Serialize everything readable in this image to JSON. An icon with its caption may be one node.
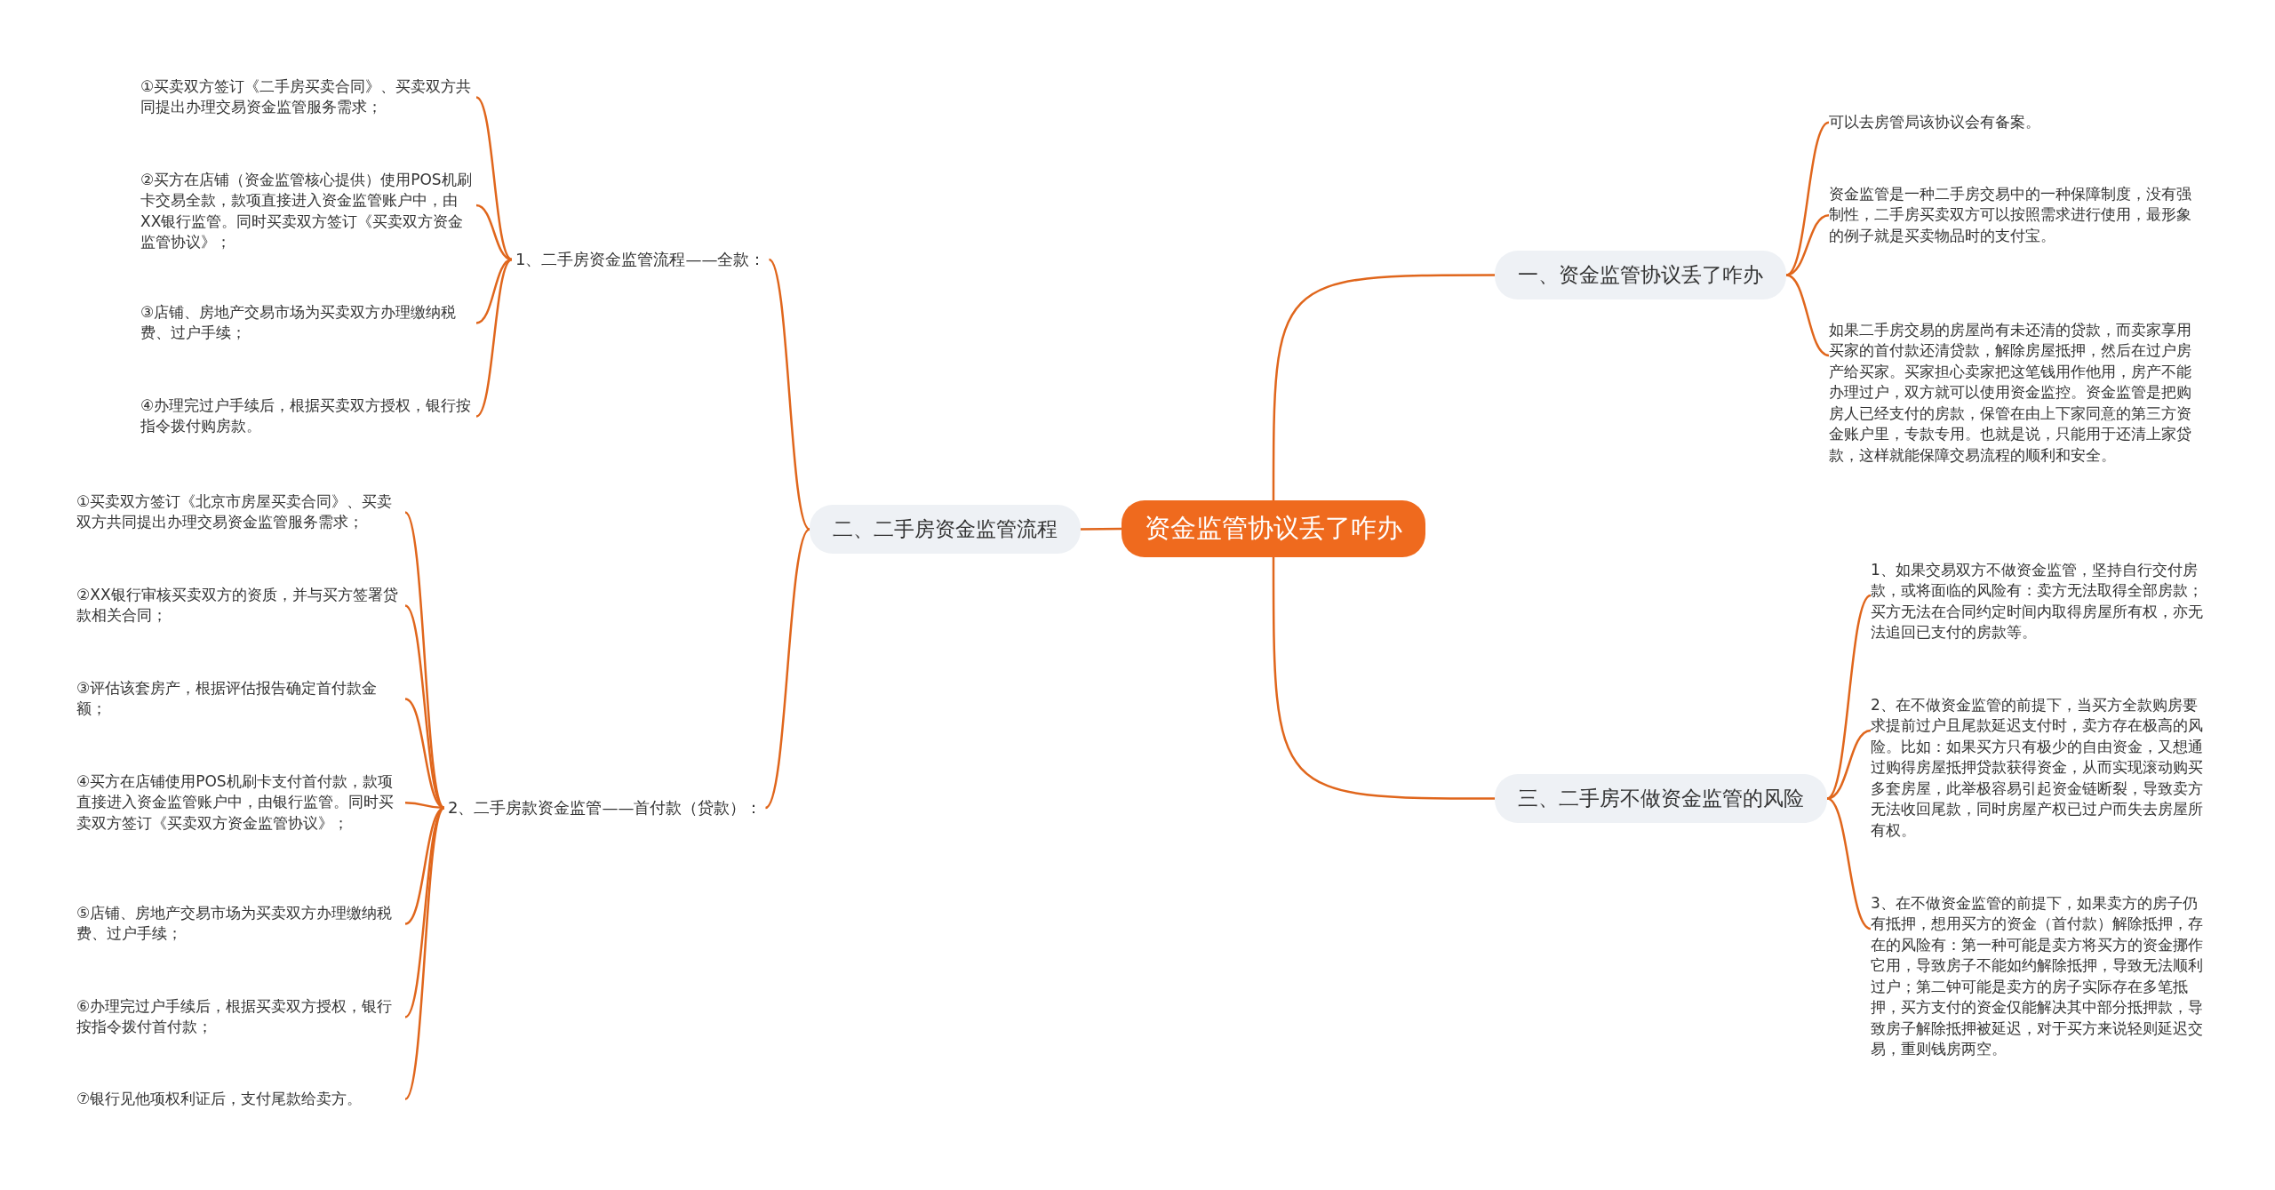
{
  "diagram": {
    "nodes": [
      {
        "text": [
          "资金监管协议丢了咋办"
        ]
      },
      {
        "text": [
          "一、资金监管协议丢了咋办"
        ]
      },
      {
        "text": [
          "可以去房管局该协议会有备案。"
        ]
      },
      {
        "text": [
          "资金监管是一种二手房交易中的一种保障制度，没有强制性，二手房买卖双方可以按照需求进行使用，最形象的例子就是买卖物品时的支付宝。"
        ]
      },
      {
        "text": [
          "如果二手房交易的房屋尚有未还清的贷款，而卖家享用买家的首付款还清贷款，解除房屋抵押，然后在过户房产给买家。买家担心卖家把这笔钱用作他用，房产不能办理过户，双方就可以使用资金监控。资金监管是把购房人已经支付的房款，保管在由上下家同意的第三方资金账户里，专款专用。也就是说，只能用于还清上家贷款，这样就能保障交易流程的顺利和安全。"
        ]
      },
      {
        "text": [
          "三、二手房不做资金监管的风险"
        ]
      },
      {
        "text": [
          "1、如果交易双方不做资金监管，坚持自行交付房款，或将面临的风险有：卖方无法取得全部房款；买方无法在合同约定时间内取得房屋所有权，亦无法追回已支付的房款等。"
        ]
      },
      {
        "text": [
          "2、在不做资金监管的前提下，当买方全款购房要求提前过户且尾款延迟支付时，卖方存在极高的风险。比如：如果买方只有极少的自由资金，又想通过购得房屋抵押贷款获得资金，从而实现滚动购买多套房屋，此举极容易引起资金链断裂，导致卖方无法收回尾款，同时房屋产权已过户而失去房屋所有权。"
        ]
      },
      {
        "text": [
          "3、在不做资金监管的前提下，如果卖方的房子仍有抵押，想用买方的资金（首付款）解除抵押，存在的风险有：第一种可能是卖方将买方的资金挪作它用，导致房子不能如约解除抵押，导致无法顺利过户；第二钟可能是卖方的房子实际存在多笔抵押，买方支付的资金仅能解决其中部分抵押款，导致房子解除抵押被延迟，对于买方来说轻则延迟交易，重则钱房两空。"
        ]
      },
      {
        "text": [
          "二、二手房资金监管流程"
        ]
      },
      {
        "text": [
          "1、二手房资金监管流程——全款："
        ]
      },
      {
        "text": [
          "①买卖双方签订《二手房买卖合同》、买卖双方共同提出办理交易资金监管服务需求；"
        ]
      },
      {
        "text": [
          "②买方在店铺（资金监管核心提供）使用POS机刷卡交易全款，款项直接进入资金监管账户中，由XX银行监管。同时买卖双方签订《买卖双方资金监管协议》；"
        ]
      },
      {
        "text": [
          "③店铺、房地产交易市场为买卖双方办理缴纳税费、过户手续；"
        ]
      },
      {
        "text": [
          "④办理完过户手续后，根据买卖双方授权，银行按指令拨付购房款。"
        ]
      },
      {
        "text": [
          "2、二手房款资金监管——首付款（贷款）："
        ]
      },
      {
        "text": [
          "①买卖双方签订《北京市房屋买卖合同》、买卖双方共同提出办理交易资金监管服务需求；"
        ]
      },
      {
        "text": [
          "②XX银行审核买卖双方的资质，并与买方签署贷款相关合同；"
        ]
      },
      {
        "text": [
          "③评估该套房产，根据评估报告确定首付款金额；"
        ]
      },
      {
        "text": [
          "④买方在店铺使用POS机刷卡支付首付款，款项直接进入资金监管账户中，由银行监管。同时买卖双方签订《买卖双方资金监管协议》；"
        ]
      },
      {
        "text": [
          "⑤店铺、房地产交易市场为买卖双方办理缴纳税费、过户手续；"
        ]
      },
      {
        "text": [
          "⑥办理完过户手续后，根据买卖双方授权，银行按指令拨付首付款；"
        ]
      },
      {
        "text": [
          "⑦银行见他项权利证后，支付尾款给卖方。"
        ]
      }
    ],
    "edges": [
      {
        "from": 0,
        "to": 1,
        "arrow": "none"
      },
      {
        "from": 1,
        "to": 2,
        "arrow": "none"
      },
      {
        "from": 1,
        "to": 3,
        "arrow": "none"
      },
      {
        "from": 1,
        "to": 4,
        "arrow": "none"
      },
      {
        "from": 0,
        "to": 5,
        "arrow": "none"
      },
      {
        "from": 5,
        "to": 6,
        "arrow": "none"
      },
      {
        "from": 5,
        "to": 7,
        "arrow": "none"
      },
      {
        "from": 5,
        "to": 8,
        "arrow": "none"
      },
      {
        "from": 0,
        "to": 9,
        "arrow": "none"
      },
      {
        "from": 9,
        "to": 10,
        "arrow": "none"
      },
      {
        "from": 10,
        "to": 11,
        "arrow": "none"
      },
      {
        "from": 10,
        "to": 12,
        "arrow": "none"
      },
      {
        "from": 10,
        "to": 13,
        "arrow": "none"
      },
      {
        "from": 10,
        "to": 14,
        "arrow": "none"
      },
      {
        "from": 9,
        "to": 15,
        "arrow": "none"
      },
      {
        "from": 15,
        "to": 16,
        "arrow": "none"
      },
      {
        "from": 15,
        "to": 17,
        "arrow": "none"
      },
      {
        "from": 15,
        "to": 18,
        "arrow": "none"
      },
      {
        "from": 15,
        "to": 19,
        "arrow": "none"
      },
      {
        "from": 15,
        "to": 20,
        "arrow": "none"
      },
      {
        "from": 15,
        "to": 21,
        "arrow": "none"
      },
      {
        "from": 15,
        "to": 22,
        "arrow": "none"
      }
    ]
  }
}
